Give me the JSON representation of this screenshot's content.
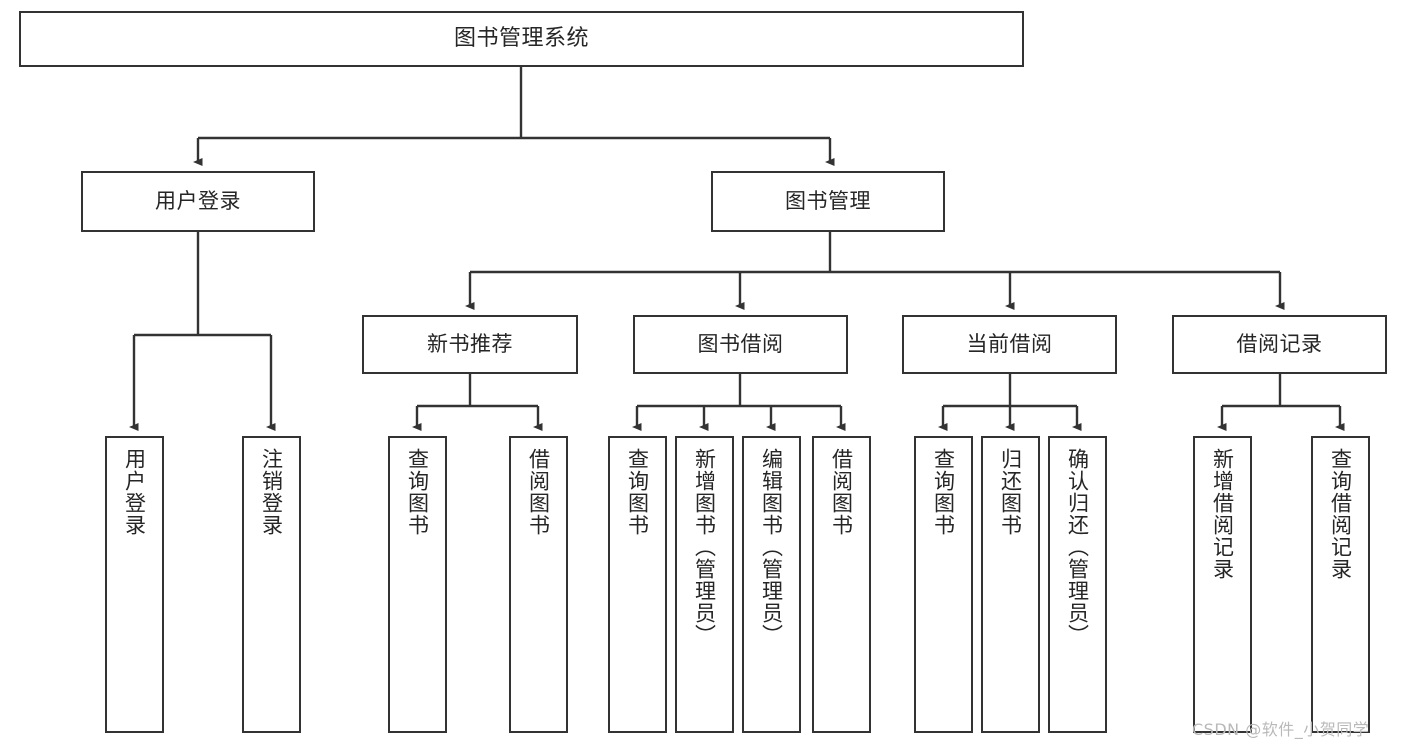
{
  "diagram": {
    "type": "hierarchy-tree",
    "title": "图书管理系统",
    "watermark": "CSDN @软件_小贺同学",
    "colors": {
      "box_border": "#333333",
      "box_fill": "#ffffff",
      "connector": "#333333",
      "text": "#262626",
      "watermark": "#b9b9b9",
      "background": "#ffffff"
    },
    "levels": {
      "level1": "系统",
      "level2": "模块",
      "level3": "子模块",
      "level4": "功能"
    }
  },
  "nodes": {
    "root": {
      "label": "图书管理系统"
    },
    "level2": [
      {
        "label": "用户登录"
      },
      {
        "label": "图书管理"
      }
    ],
    "level3": [
      {
        "label": "新书推荐"
      },
      {
        "label": "图书借阅"
      },
      {
        "label": "当前借阅"
      },
      {
        "label": "借阅记录"
      }
    ],
    "leaves": {
      "user_login": [
        {
          "label": "用户登录"
        },
        {
          "label": "注销登录"
        }
      ],
      "new_book_recommend": [
        {
          "label": "查询图书"
        },
        {
          "label": "借阅图书"
        }
      ],
      "book_borrow": [
        {
          "label": "查询图书"
        },
        {
          "label": "新增图书（管理员）"
        },
        {
          "label": "编辑图书（管理员）"
        },
        {
          "label": "借阅图书"
        }
      ],
      "current_borrow": [
        {
          "label": "查询图书"
        },
        {
          "label": "归还图书"
        },
        {
          "label": "确认归还（管理员）"
        }
      ],
      "borrow_record": [
        {
          "label": "新增借阅记录"
        },
        {
          "label": "查询借阅记录"
        }
      ]
    }
  }
}
